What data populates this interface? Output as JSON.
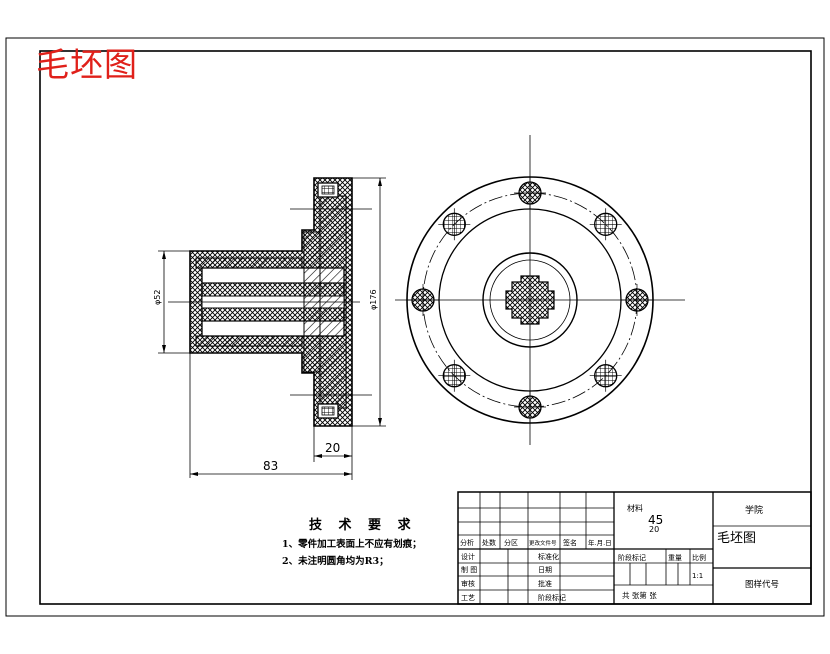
{
  "title": "毛坯图",
  "dimensions": {
    "diameter_left": "φ52",
    "diameter_right": "φ176",
    "width_flange": "20",
    "overall_length": "83"
  },
  "tech": {
    "title": "技 术 要 求",
    "items": [
      "1、零件加工表面上不应有划痕；",
      "2、未注明圆角均为R3；"
    ]
  },
  "titleblock": {
    "material_label": "材料",
    "material_value": "45",
    "material_sub": "20",
    "school": "学院",
    "part_name": "毛坯图",
    "drawing_code": "图样代号",
    "rev_headers": [
      "分区",
      "更改文件号",
      "签名",
      "年.月.日"
    ],
    "rev_left": [
      "分析",
      "处数"
    ],
    "design": "设计",
    "drafting": "制 图",
    "review": "审核",
    "process": "工艺",
    "standardize": "标准化",
    "approve": "批准",
    "date": "日期",
    "stage": "阶段标记",
    "weight": "重量",
    "scale": "比例",
    "scale_value": "1:1",
    "sheets": "共  张第  张"
  },
  "colors": {
    "title_red": "#e0201a",
    "line": "#000000"
  }
}
